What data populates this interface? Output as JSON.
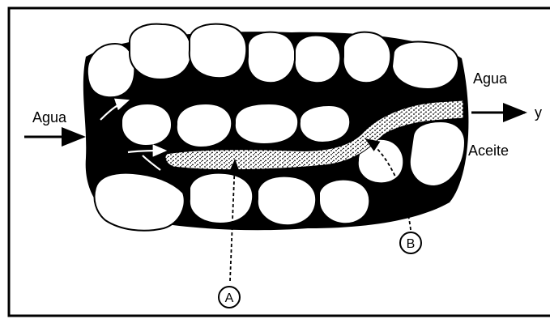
{
  "labels": {
    "water_in": "Agua",
    "water_out": "Agua",
    "conjunction": "y",
    "oil_out": "Aceite",
    "marker_a": "A",
    "marker_b": "B"
  },
  "colors": {
    "background": "#ffffff",
    "rock_matrix": "#000000",
    "grain_fill": "#ffffff",
    "oil_stipple": "#000000",
    "frame": "#000000"
  },
  "icons": {
    "flow_arrow": "arrow-right-icon",
    "curved_flow": "curved-arrow-icon"
  }
}
